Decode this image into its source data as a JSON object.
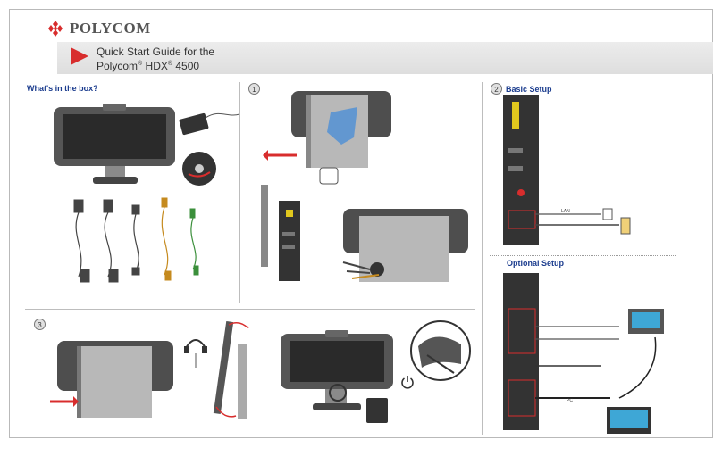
{
  "brand": {
    "name": "POLYCOM"
  },
  "header": {
    "title_line1": "Quick Start Guide for the",
    "title_line2_a": "Polycom",
    "title_line2_b": " HDX",
    "title_line2_c": " 4500",
    "reg": "®"
  },
  "sections": {
    "box": {
      "title": "What's in the box?"
    },
    "step1": {
      "number": "1"
    },
    "step2": {
      "number": "2",
      "title": "Basic Setup",
      "lan_label": "LAN"
    },
    "optional": {
      "title": "Optional Setup",
      "pc_label": "PC"
    },
    "step3": {
      "number": "3"
    }
  },
  "colors": {
    "accent": "#d82d2d",
    "heading": "#1b3c8e",
    "device": "#5a5a5a",
    "screen": "#2a2a2a"
  }
}
